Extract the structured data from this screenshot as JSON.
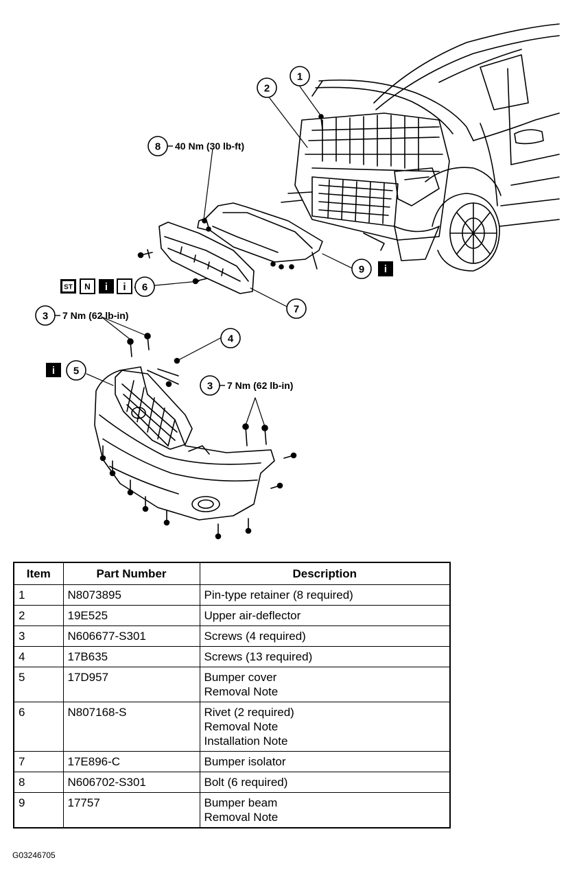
{
  "diagram": {
    "callouts": [
      {
        "num": "1",
        "label": ""
      },
      {
        "num": "2",
        "label": ""
      },
      {
        "num": "8",
        "label": "40 Nm (30 lb-ft)"
      },
      {
        "num": "9",
        "label": ""
      },
      {
        "num": "6",
        "label": ""
      },
      {
        "num": "7",
        "label": ""
      },
      {
        "num": "3",
        "label": "7 Nm (62 lb-in)"
      },
      {
        "num": "4",
        "label": ""
      },
      {
        "num": "5",
        "label": ""
      },
      {
        "num": "3",
        "label": "7 Nm (62 lb-in)"
      }
    ],
    "icon_labels": {
      "special_tool": "ST",
      "new_part": "N",
      "info": "i"
    }
  },
  "table": {
    "headers": [
      "Item",
      "Part Number",
      "Description"
    ],
    "rows": [
      {
        "item": "1",
        "part": "N8073895",
        "desc": [
          "Pin-type retainer (8 required)"
        ]
      },
      {
        "item": "2",
        "part": "19E525",
        "desc": [
          "Upper air-deflector"
        ]
      },
      {
        "item": "3",
        "part": "N606677-S301",
        "desc": [
          "Screws (4 required)"
        ]
      },
      {
        "item": "4",
        "part": "17B635",
        "desc": [
          "Screws (13 required)"
        ]
      },
      {
        "item": "5",
        "part": "17D957",
        "desc": [
          "Bumper cover",
          "Removal Note"
        ]
      },
      {
        "item": "6",
        "part": "N807168-S",
        "desc": [
          "Rivet (2 required)",
          "Removal Note",
          "Installation Note"
        ]
      },
      {
        "item": "7",
        "part": "17E896-C",
        "desc": [
          "Bumper isolator"
        ]
      },
      {
        "item": "8",
        "part": "N606702-S301",
        "desc": [
          "Bolt (6 required)"
        ]
      },
      {
        "item": "9",
        "part": "17757",
        "desc": [
          "Bumper beam",
          "Removal Note"
        ]
      }
    ]
  },
  "figure_id": "G03246705"
}
